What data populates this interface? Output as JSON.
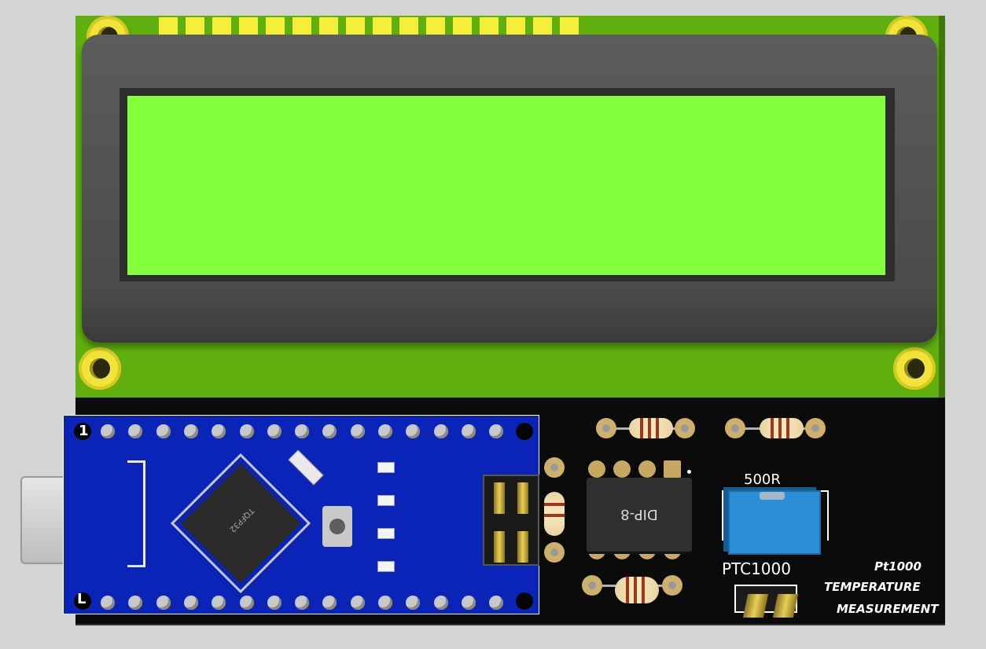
{
  "lcd": {
    "pin_count": 16,
    "screen_color": "#84ff3c",
    "pcb_color": "#5faf0f"
  },
  "main_board": {
    "ic_label": "DIP-8",
    "potentiometer_label": "500R",
    "sensor_label": "PTC1000",
    "title_lines": [
      "Pt1000",
      "temperature",
      "measurement"
    ]
  },
  "arduino": {
    "mcu_label": "TQFP32",
    "pin_marker_top": "1",
    "pin_marker_bottom": "L",
    "board_color": "#0a24b8"
  }
}
